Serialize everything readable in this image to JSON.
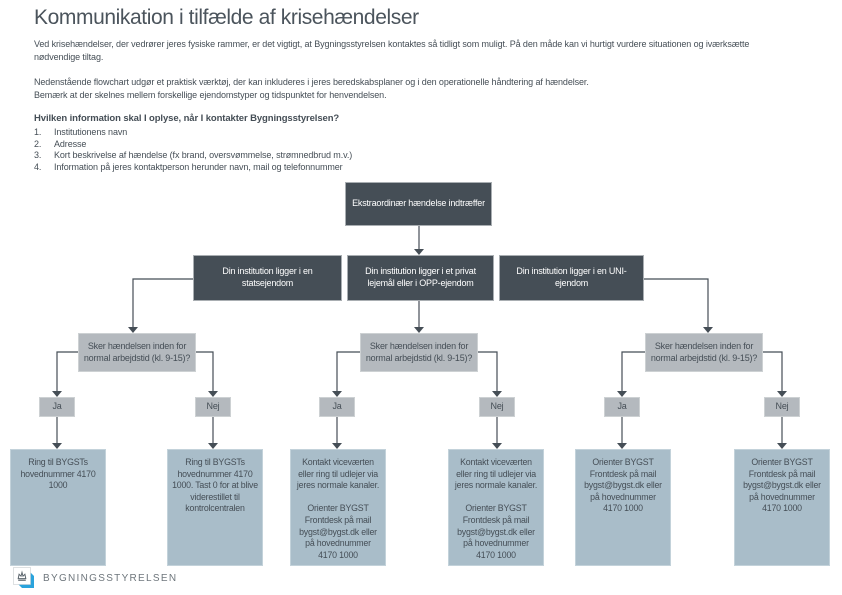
{
  "page": {
    "title": "Kommunikation i tilfælde af krisehændelser",
    "intro": {
      "p1": "Ved krisehændelser, der vedrører jeres fysiske rammer, er det vigtigt, at Bygningsstyrelsen kontaktes så tidligt som muligt. På den måde kan vi hurtigt vurdere situationen og iværksætte nødvendige tiltag.",
      "p2": "Nedenstående flowchart udgør et praktisk værktøj, der kan inkluderes i jeres beredskabsplaner og i den operationelle håndtering af hændelser.",
      "p3": "Bemærk at der skelnes mellem forskellige ejendomstyper og tidspunktet for henvendelsen."
    },
    "info_heading": "Hvilken information skal I oplyse, når I kontakter Bygningsstyrelsen?",
    "info_items": [
      {
        "num": "1.",
        "text": "Institutionens navn"
      },
      {
        "num": "2.",
        "text": "Adresse"
      },
      {
        "num": "3.",
        "text": "Kort beskrivelse af hændelse (fx brand, oversvømmelse, strømnedbrud m.v.)"
      },
      {
        "num": "4.",
        "text": "Information på jeres kontaktperson herunder navn, mail og telefonnummer"
      }
    ]
  },
  "flowchart": {
    "root": "Ekstraordinær hændelse indtræffer",
    "branches": [
      "Din institution ligger i en statsejendom",
      "Din institution ligger i et privat lejemål eller i OPP-ejendom",
      "Din institution ligger i en UNI-ejendom"
    ],
    "question": "Sker hændelsen inden for normal arbejdstid (kl. 9-15)?",
    "decisions": [
      "Ja",
      "Nej",
      "Ja",
      "Nej",
      "Ja",
      "Nej"
    ],
    "outcomes": [
      "Ring til BYGSTs hovednummer 4170 1000",
      "Ring til BYGSTs hovednummer 4170 1000. Tast 0 for at blive viderestillet til kontrolcentralen",
      "Kontakt viceværten eller ring til udlejer via jeres normale kanaler.\n\nOrienter BYGST Frontdesk på mail bygst@bygst.dk eller på hovednummer 4170 1000",
      "Kontakt viceværten eller ring til udlejer via jeres normale kanaler.\n\nOrienter BYGST Frontdesk på mail bygst@bygst.dk eller på hovednummer 4170 1000",
      "Orienter BYGST Frontdesk på mail bygst@bygst.dk eller på hovednummer 4170 1000",
      "Orienter BYGST Frontdesk på mail bygst@bygst.dk eller på hovednummer 4170 1000"
    ]
  },
  "footer": {
    "logo_text": "BYGNINGSSTYRELSEN"
  },
  "colors": {
    "dark_box": "#454e56",
    "question_box": "#b4b9be",
    "outcome_box": "#a9bdc9",
    "connector": "#454e56",
    "logo_blue": "#2aa3dc",
    "text": "#454e56"
  }
}
